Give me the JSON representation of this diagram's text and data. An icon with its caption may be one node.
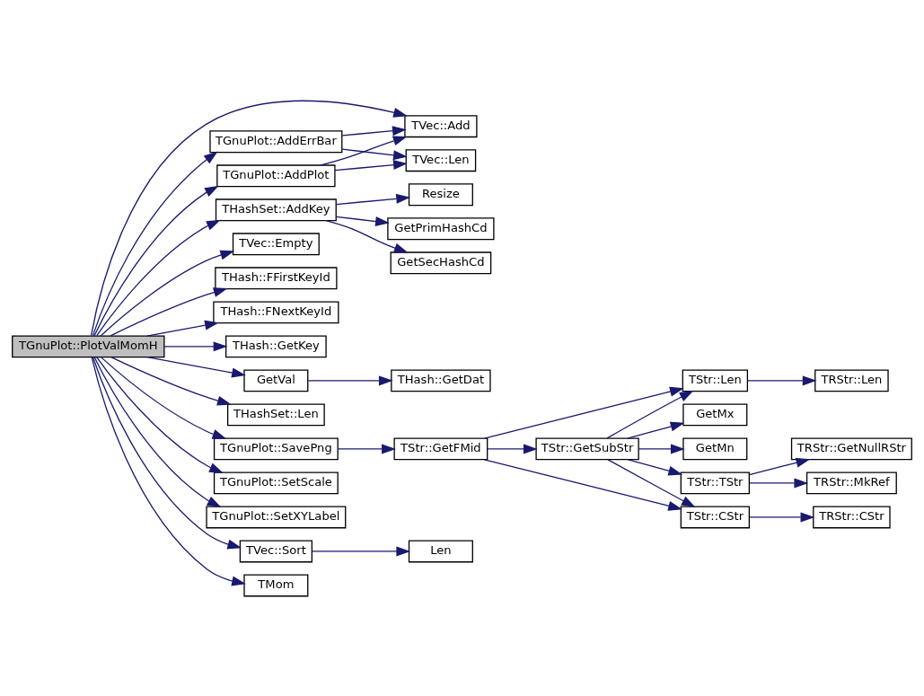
{
  "diagram": {
    "nodes": [
      {
        "text": [
          "TGnuPlot::PlotValMomH"
        ]
      },
      {
        "text": [
          "TGnuPlot::AddPlot"
        ]
      },
      {
        "text": [
          "TVec::Add"
        ]
      },
      {
        "text": [
          "TVec::Len"
        ]
      },
      {
        "text": [
          "TGnuPlot::AddErrBar"
        ]
      },
      {
        "text": [
          "THashSet::AddKey"
        ]
      },
      {
        "text": [
          "Resize"
        ]
      },
      {
        "text": [
          "GetPrimHashCd"
        ]
      },
      {
        "text": [
          "GetSecHashCd"
        ]
      },
      {
        "text": [
          "TVec::Empty"
        ]
      },
      {
        "text": [
          "THash::FFirstKeyId"
        ]
      },
      {
        "text": [
          "THash::FNextKeyId"
        ]
      },
      {
        "text": [
          "THash::GetKey"
        ]
      },
      {
        "text": [
          "GetVal"
        ]
      },
      {
        "text": [
          "THash::GetDat"
        ]
      },
      {
        "text": [
          "THashSet::Len"
        ]
      },
      {
        "text": [
          "TGnuPlot::SavePng"
        ]
      },
      {
        "text": [
          "TStr::GetFMid"
        ]
      },
      {
        "text": [
          "TStr::GetSubStr"
        ]
      },
      {
        "text": [
          "TStr::Len"
        ]
      },
      {
        "text": [
          "TRStr::Len"
        ]
      },
      {
        "text": [
          "TStr::CStr"
        ]
      },
      {
        "text": [
          "TRStr::CStr"
        ]
      },
      {
        "text": [
          "GetMx"
        ]
      },
      {
        "text": [
          "GetMn"
        ]
      },
      {
        "text": [
          "TStr::TStr"
        ]
      },
      {
        "text": [
          "TRStr::GetNullRStr"
        ]
      },
      {
        "text": [
          "TRStr::MkRef"
        ]
      },
      {
        "text": [
          "TGnuPlot::SetScale"
        ]
      },
      {
        "text": [
          "TGnuPlot::SetXYLabel"
        ]
      },
      {
        "text": [
          "TVec::Sort"
        ]
      },
      {
        "text": [
          "Len"
        ]
      },
      {
        "text": [
          "TMom"
        ]
      }
    ],
    "edges": [
      {
        "from": 0,
        "to": 2,
        "arrow": "to"
      },
      {
        "from": 0,
        "to": 1,
        "arrow": "to"
      },
      {
        "from": 0,
        "to": 4,
        "arrow": "to"
      },
      {
        "from": 0,
        "to": 5,
        "arrow": "to"
      },
      {
        "from": 0,
        "to": 9,
        "arrow": "to"
      },
      {
        "from": 0,
        "to": 10,
        "arrow": "to"
      },
      {
        "from": 0,
        "to": 11,
        "arrow": "to"
      },
      {
        "from": 0,
        "to": 12,
        "arrow": "to"
      },
      {
        "from": 0,
        "to": 13,
        "arrow": "to"
      },
      {
        "from": 0,
        "to": 15,
        "arrow": "to"
      },
      {
        "from": 0,
        "to": 16,
        "arrow": "to"
      },
      {
        "from": 0,
        "to": 28,
        "arrow": "to"
      },
      {
        "from": 0,
        "to": 29,
        "arrow": "to"
      },
      {
        "from": 0,
        "to": 30,
        "arrow": "to"
      },
      {
        "from": 0,
        "to": 32,
        "arrow": "to"
      },
      {
        "from": 1,
        "to": 2,
        "arrow": "to"
      },
      {
        "from": 1,
        "to": 3,
        "arrow": "to"
      },
      {
        "from": 4,
        "to": 2,
        "arrow": "to"
      },
      {
        "from": 4,
        "to": 3,
        "arrow": "to"
      },
      {
        "from": 5,
        "to": 6,
        "arrow": "to"
      },
      {
        "from": 5,
        "to": 7,
        "arrow": "to"
      },
      {
        "from": 5,
        "to": 8,
        "arrow": "to"
      },
      {
        "from": 13,
        "to": 14,
        "arrow": "to"
      },
      {
        "from": 16,
        "to": 17,
        "arrow": "to"
      },
      {
        "from": 17,
        "to": 19,
        "arrow": "to"
      },
      {
        "from": 17,
        "to": 21,
        "arrow": "to"
      },
      {
        "from": 17,
        "to": 18,
        "arrow": "to"
      },
      {
        "from": 18,
        "to": 19,
        "arrow": "to"
      },
      {
        "from": 18,
        "to": 21,
        "arrow": "to"
      },
      {
        "from": 18,
        "to": 23,
        "arrow": "to"
      },
      {
        "from": 18,
        "to": 24,
        "arrow": "to"
      },
      {
        "from": 18,
        "to": 25,
        "arrow": "to"
      },
      {
        "from": 19,
        "to": 20,
        "arrow": "to"
      },
      {
        "from": 21,
        "to": 22,
        "arrow": "to"
      },
      {
        "from": 25,
        "to": 26,
        "arrow": "to"
      },
      {
        "from": 25,
        "to": 27,
        "arrow": "to"
      },
      {
        "from": 30,
        "to": 31,
        "arrow": "to"
      }
    ]
  }
}
